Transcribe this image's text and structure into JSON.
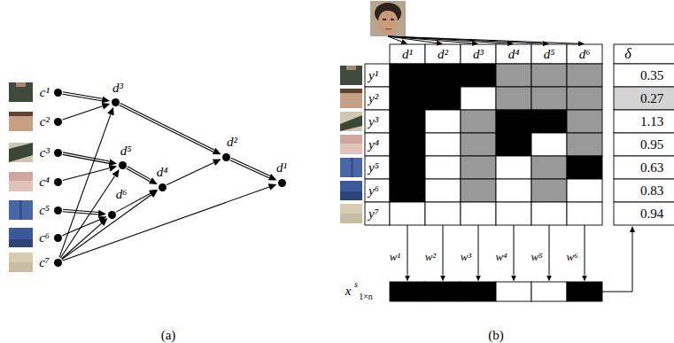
{
  "diagram": {
    "nodes": [
      {
        "text": [
          "c¹"
        ]
      },
      {
        "text": [
          "c²"
        ]
      },
      {
        "text": [
          "c³"
        ]
      },
      {
        "text": [
          "c⁴"
        ]
      },
      {
        "text": [
          "c⁵"
        ]
      },
      {
        "text": [
          "c⁶"
        ]
      },
      {
        "text": [
          "c⁷"
        ]
      },
      {
        "text": [
          "d¹"
        ]
      },
      {
        "text": [
          "d²"
        ]
      },
      {
        "text": [
          "d³"
        ]
      },
      {
        "text": [
          "d⁴"
        ]
      },
      {
        "text": [
          "d⁵"
        ]
      },
      {
        "text": [
          "d⁶"
        ]
      }
    ],
    "edges": [
      {
        "from": 0,
        "to": 9,
        "arrow": "to"
      },
      {
        "from": 1,
        "to": 9,
        "arrow": "to"
      },
      {
        "from": 2,
        "to": 11,
        "arrow": "to"
      },
      {
        "from": 3,
        "to": 11,
        "arrow": "to"
      },
      {
        "from": 4,
        "to": 12,
        "arrow": "to"
      },
      {
        "from": 5,
        "to": 12,
        "arrow": "to"
      },
      {
        "from": 11,
        "to": 10,
        "arrow": "to"
      },
      {
        "from": 12,
        "to": 10,
        "arrow": "to"
      },
      {
        "from": 9,
        "to": 8,
        "arrow": "to"
      },
      {
        "from": 10,
        "to": 8,
        "arrow": "to"
      },
      {
        "from": 8,
        "to": 7,
        "arrow": "to"
      },
      {
        "from": 6,
        "to": 9,
        "arrow": "to"
      },
      {
        "from": 6,
        "to": 11,
        "arrow": "to"
      },
      {
        "from": 6,
        "to": 12,
        "arrow": "to"
      },
      {
        "from": 6,
        "to": 10,
        "arrow": "to"
      },
      {
        "from": 6,
        "to": 7,
        "arrow": "to"
      }
    ],
    "labels": [
      "d¹",
      "d²",
      "d³",
      "d⁴",
      "d⁵",
      "d⁶",
      "δ",
      "y¹",
      "y²",
      "y³",
      "y⁴",
      "y⁵",
      "y⁶",
      "y⁷",
      "0.35",
      "0.27",
      "1.13",
      "0.95",
      "0.63",
      "0.83",
      "0.94",
      "w¹",
      "w²",
      "w³",
      "w⁴",
      "w⁵",
      "w⁶",
      "x",
      "s",
      "1×n",
      "(a)",
      "(b)"
    ]
  }
}
